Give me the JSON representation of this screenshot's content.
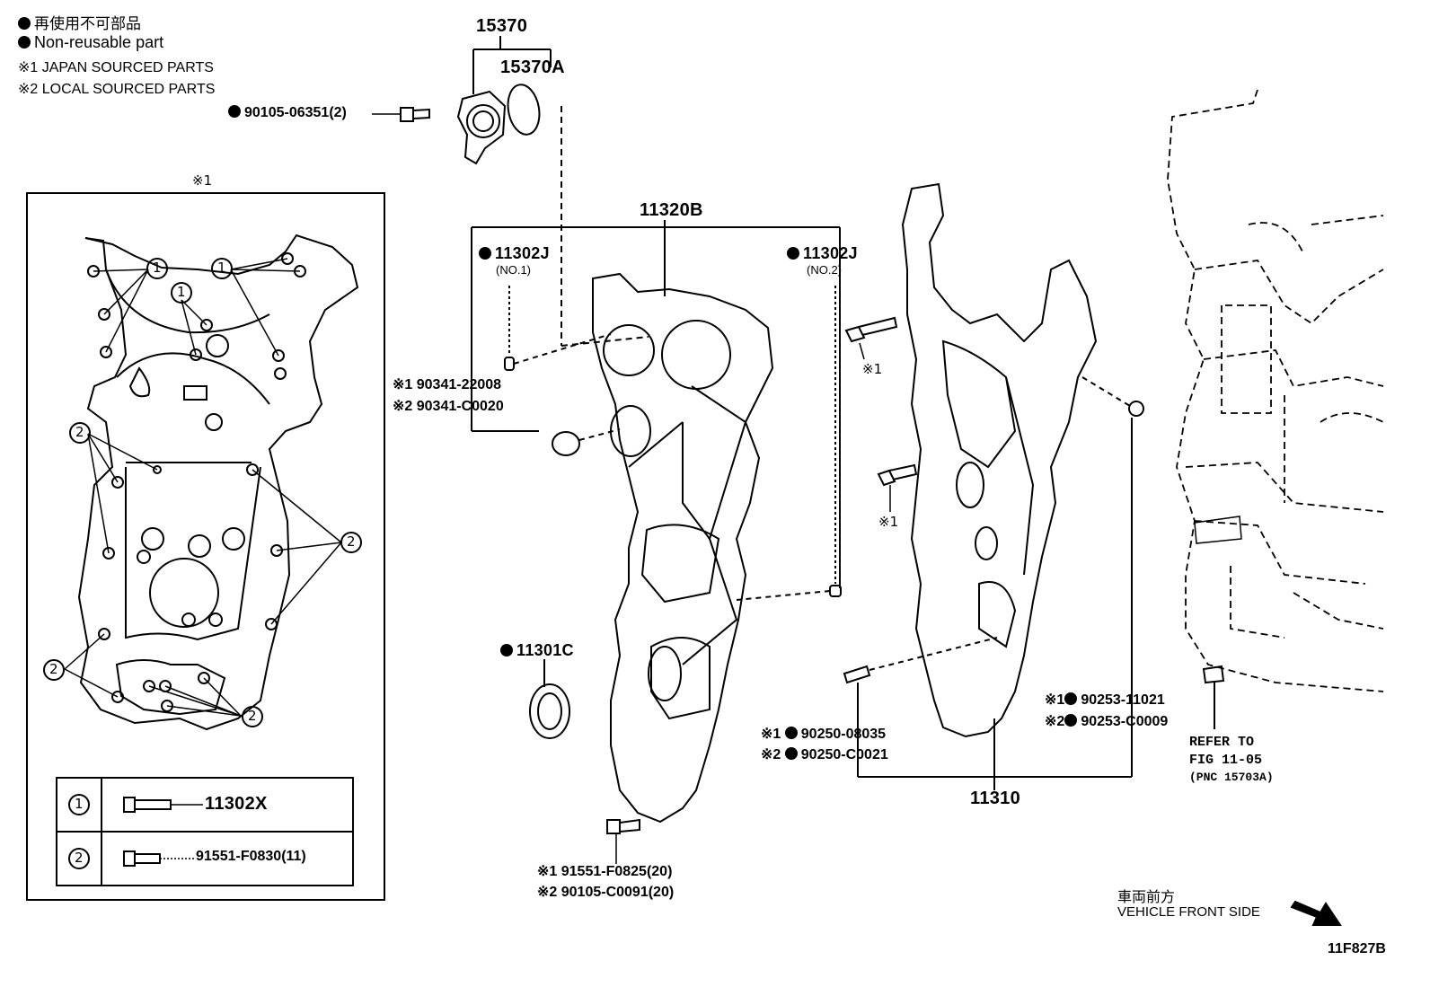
{
  "legend": {
    "nonreusable_jp": "再使用不可部品",
    "nonreusable_en": "Non-reusable part",
    "japan_parts": "※1 JAPAN SOURCED PARTS",
    "local_parts": "※2 LOCAL SOURCED PARTS"
  },
  "inset": {
    "label": "※1",
    "callout_1": "1",
    "callout_2": "2",
    "table": {
      "row1_symbol": "1",
      "row1_part": "11302X",
      "row2_symbol": "2",
      "row2_part": "91551-F0830(11)"
    }
  },
  "parts": {
    "p15370": "15370",
    "p15370A": "15370A",
    "bolt_90105_06351": "90105-06351(2)",
    "p11320B": "11320B",
    "p11302J_1": "11302J",
    "p11302J_1_sub": "(NO.1)",
    "p11302J_2": "11302J",
    "p11302J_2_sub": "(NO.2)",
    "pin_1": "※1 90341-22008",
    "pin_2": "※2 90341-C0020",
    "p11301C": "11301C",
    "bolt_a_1": "※1 91551-F0825(20)",
    "bolt_a_2": "※2 90105-C0091(20)",
    "mark_1a": "※1",
    "mark_1b": "※1",
    "dowel_1": "90250-08035",
    "dowel_1_mark": "※1",
    "dowel_2": "90250-C0021",
    "dowel_2_mark": "※2",
    "p11310": "11310",
    "plug_1": "90253-11021",
    "plug_1_mark": "※1",
    "plug_2": "90253-C0009",
    "plug_2_mark": "※2"
  },
  "refer": {
    "line1": "REFER TO",
    "line2": "FIG 11-05",
    "line3": "(PNC 15703A)"
  },
  "direction": {
    "jp": "車両前方",
    "en": "VEHICLE FRONT SIDE"
  },
  "figure_id": "11F827B"
}
